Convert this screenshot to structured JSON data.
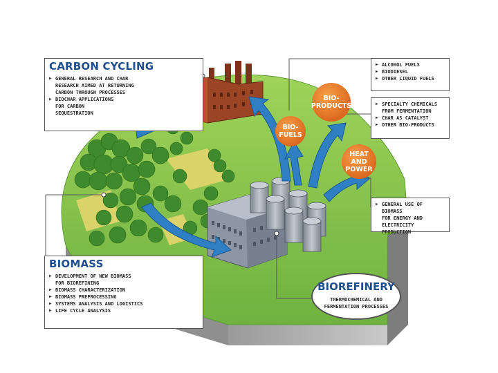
{
  "carbon_cycling": {
    "title": "Carbon Cycling",
    "items": [
      "General research and char",
      "research aimed at returning",
      "carbon through processes",
      "Biochar applications",
      "for carbon",
      "sequestration"
    ]
  },
  "biomass": {
    "title": "Biomass",
    "items": [
      "Development of new biomass",
      "for biorefining",
      "Biomass characterization",
      "Biomass preprocessing",
      "Systems analysis and logistics",
      "Life cycle analysis"
    ]
  },
  "biofuels_box": {
    "items": [
      "Alcohol fuels",
      "Biodiesel",
      "Other liquid fuels"
    ]
  },
  "bioproducts_box": {
    "items": [
      "Specialty chemicals",
      "from fermentation",
      "Char as catalyst",
      "Other bio-products"
    ]
  },
  "heatpower_box": {
    "items": [
      "General use of biomass",
      "for energy and",
      "electricity production"
    ]
  },
  "circles": {
    "biofuels": "Bio-Fuels",
    "bioproducts": "Bio- Products",
    "heatpower": "Heat and Power"
  },
  "biorefinery": {
    "title": "Biorefinery",
    "line1": "Thermochemical and",
    "line2": "fermentation processes"
  },
  "colors": {
    "orange": "#e87722",
    "arrow_blue": "#2f7fc4",
    "grass": "#7cc24a",
    "soil": "#a9a9a9",
    "brick": "#8c3f23",
    "title_blue": "#1f4e8c"
  }
}
